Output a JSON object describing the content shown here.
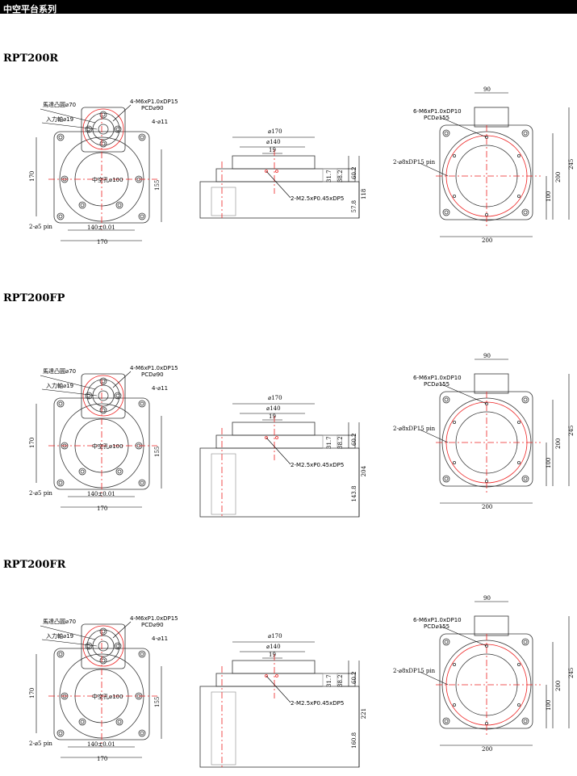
{
  "header": {
    "title": "中空平台系列"
  },
  "sections": [
    {
      "title": "RPT200R",
      "front": {
        "motor_flange": "馬達凸圓⌀70",
        "input_shaft": "入力軸⌀19",
        "tap": "4-M6xP1.0xDP15",
        "pcd": "PCD⌀90",
        "holes": "4-⌀11",
        "bore": "中空孔⌀100",
        "pin": "2-⌀5 pin",
        "dim_height": "170",
        "dim_155": "155",
        "dim_140": "140±0.01",
        "dim_width": "170"
      },
      "side": {
        "d170": "⌀170",
        "d140": "⌀140",
        "d19": "19",
        "tap": "2-M2.5xP0.45xDP5",
        "d31": "31.7",
        "d38": "38.2",
        "d60": "60.2",
        "total": "118",
        "lower": "57.8"
      },
      "rear": {
        "d90": "90",
        "tap": "6-M6xP1.0xDP10",
        "pcd": "PCD⌀155",
        "pin": "2-⌀8xDP15 pin",
        "d200h": "200",
        "d245": "245",
        "d100": "100",
        "d200w": "200"
      }
    },
    {
      "title": "RPT200FP",
      "front": {
        "motor_flange": "馬達凸圓⌀70",
        "input_shaft": "入力軸⌀19",
        "tap": "4-M6xP1.0xDP15",
        "pcd": "PCD⌀90",
        "holes": "4-⌀11",
        "bore": "中空孔⌀100",
        "pin": "2-⌀5 pin",
        "dim_height": "170",
        "dim_155": "155",
        "dim_140": "140±0.01",
        "dim_width": "170"
      },
      "side": {
        "d170": "⌀170",
        "d140": "⌀140",
        "d19": "19",
        "tap": "2-M2.5xP0.45xDP5",
        "d31": "31.7",
        "d38": "38.2",
        "d60": "60.2",
        "total": "204",
        "lower": "143.8"
      },
      "rear": {
        "d90": "90",
        "tap": "6-M6xP1.0xDP10",
        "pcd": "PCD⌀155",
        "pin": "2-⌀8xDP15 pin",
        "d200h": "200",
        "d245": "245",
        "d100": "100",
        "d200w": "200"
      }
    },
    {
      "title": "RPT200FR",
      "front": {
        "motor_flange": "馬達凸圓⌀70",
        "input_shaft": "入力軸⌀19",
        "tap": "4-M6xP1.0xDP15",
        "pcd": "PCD⌀90",
        "holes": "4-⌀11",
        "bore": "中空孔⌀100",
        "pin": "2-⌀5 pin",
        "dim_height": "170",
        "dim_155": "155",
        "dim_140": "140±0.01",
        "dim_width": "170"
      },
      "side": {
        "d170": "⌀170",
        "d140": "⌀140",
        "d19": "19",
        "tap": "2-M2.5xP0.45xDP5",
        "d31": "31.7",
        "d38": "38.2",
        "d60": "60.2",
        "total": "221",
        "lower": "160.8"
      },
      "rear": {
        "d90": "90",
        "tap": "6-M6xP1.0xDP10",
        "pcd": "PCD⌀155",
        "pin": "2-⌀8xDP15 pin",
        "d200h": "200",
        "d245": "245",
        "d100": "100",
        "d200w": "200"
      }
    }
  ]
}
